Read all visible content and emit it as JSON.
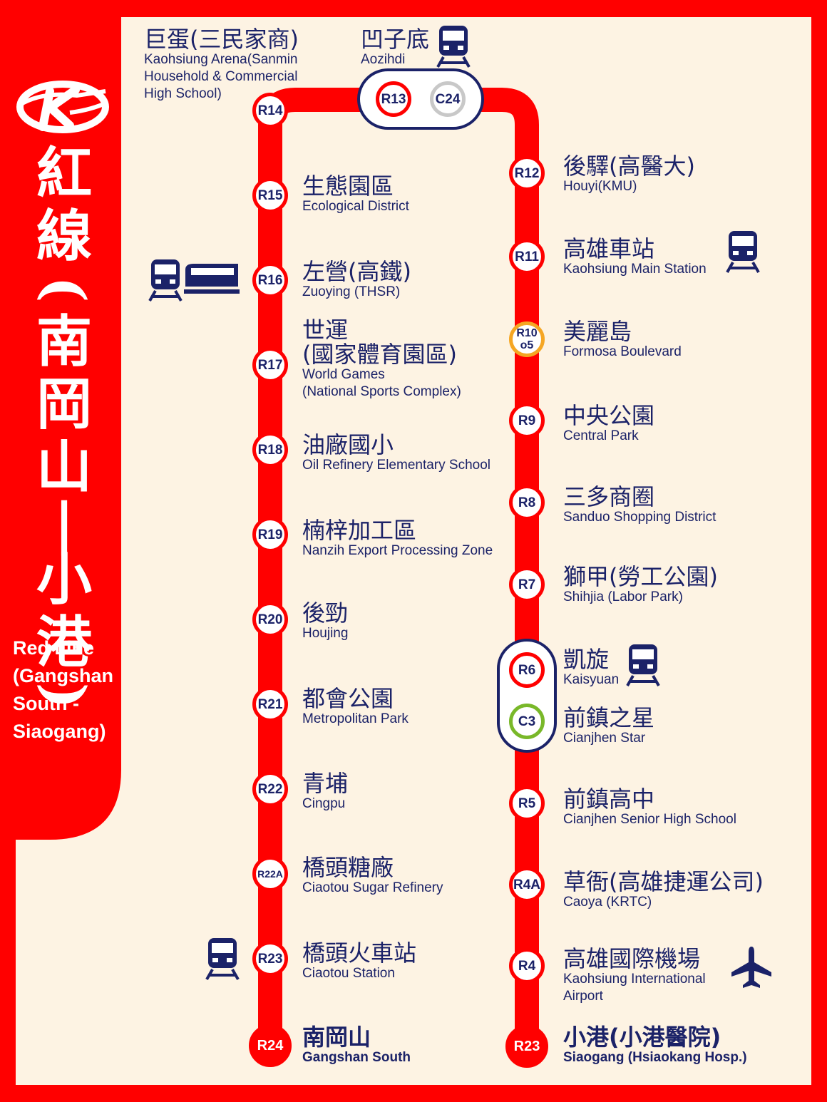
{
  "title": {
    "zh": [
      "紅",
      "線",
      "(",
      "南",
      "岡",
      "山",
      "|",
      "小",
      "港",
      ")"
    ],
    "en": "Red Line\n(Gangshan\nSouth -\nSiaogang)"
  },
  "colors": {
    "line": "#ff0000",
    "background": "#fdf3e3",
    "text": "#1b2268",
    "circular_line": "#79b829",
    "orange_line": "#f5a623",
    "transfer_grey": "#c8c8c8"
  },
  "stations": {
    "R24": {
      "code": "R24",
      "zh": "南岡山",
      "en": "Gangshan South"
    },
    "R23N": {
      "code": "R23",
      "zh": "橋頭火車站",
      "en": "Ciaotou Station"
    },
    "R22A": {
      "code": "R22A",
      "zh": "橋頭糖廠",
      "en": "Ciaotou Sugar Refinery"
    },
    "R22": {
      "code": "R22",
      "zh": "青埔",
      "en": "Cingpu"
    },
    "R21": {
      "code": "R21",
      "zh": "都會公園",
      "en": "Metropolitan Park"
    },
    "R20": {
      "code": "R20",
      "zh": "後勁",
      "en": "Houjing"
    },
    "R19": {
      "code": "R19",
      "zh": "楠梓加工區",
      "en": "Nanzih Export Processing Zone"
    },
    "R18": {
      "code": "R18",
      "zh": "油廠國小",
      "en": "Oil Refinery Elementary School"
    },
    "R17": {
      "code": "R17",
      "zh": "世運",
      "zh2": "(國家體育園區)",
      "en": "World Games",
      "en2": "(National Sports Complex)"
    },
    "R16": {
      "code": "R16",
      "zh": "左營(高鐵)",
      "en": "Zuoying (THSR)"
    },
    "R15": {
      "code": "R15",
      "zh": "生態園區",
      "en": "Ecological District"
    },
    "R14": {
      "code": "R14",
      "zh": "巨蛋(三民家商)",
      "en": "Kaohsiung Arena(Sanmin",
      "en2": "Household & Commercial",
      "en3": "High School)"
    },
    "R13": {
      "code": "R13",
      "transfer": "C24",
      "zh": "凹子底",
      "en": "Aozihdi"
    },
    "R12": {
      "code": "R12",
      "zh": "後驛(高醫大)",
      "en": "Houyi(KMU)"
    },
    "R11": {
      "code": "R11",
      "zh": "高雄車站",
      "en": "Kaohsiung Main Station"
    },
    "R10": {
      "code": "R10",
      "code2": "o5",
      "zh": "美麗島",
      "en": "Formosa Boulevard"
    },
    "R9": {
      "code": "R9",
      "zh": "中央公園",
      "en": "Central Park"
    },
    "R8": {
      "code": "R8",
      "zh": "三多商圈",
      "en": "Sanduo Shopping District"
    },
    "R7": {
      "code": "R7",
      "zh": "獅甲(勞工公園)",
      "en": "Shihjia (Labor Park)"
    },
    "R6": {
      "code": "R6",
      "zh": "凱旋",
      "en": "Kaisyuan"
    },
    "C3": {
      "code": "C3",
      "zh": "前鎮之星",
      "en": "Cianjhen Star"
    },
    "R5": {
      "code": "R5",
      "zh": "前鎮高中",
      "en": "Cianjhen Senior High School"
    },
    "R4A": {
      "code": "R4A",
      "zh": "草衙(高雄捷運公司)",
      "en": "Caoya (KRTC)"
    },
    "R4": {
      "code": "R4",
      "zh": "高雄國際機場",
      "en": "Kaohsiung International",
      "en2": "Airport"
    },
    "R23S": {
      "code": "R23",
      "zh": "小港(小港醫院)",
      "en": "Siaogang (Hsiaokang Hosp.)"
    }
  },
  "icons": [
    "logo-icon",
    "train-icon",
    "hsr-icon",
    "airplane-icon"
  ]
}
